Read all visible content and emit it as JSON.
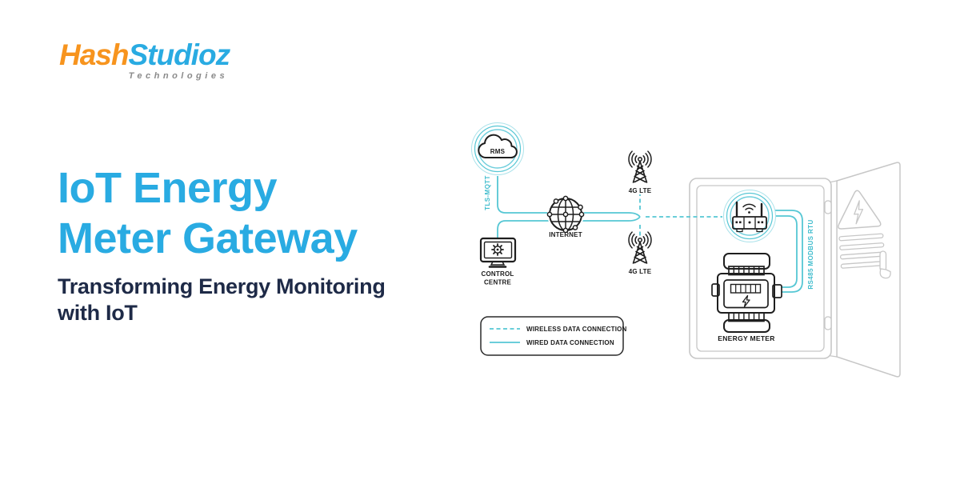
{
  "brand": {
    "name_part1": "Hash",
    "name_part2": "Studioz",
    "tagline": "Technologies"
  },
  "hero": {
    "title_line1": "IoT Energy",
    "title_line2": "Meter Gateway",
    "subtitle_line1": "Transforming Energy Monitoring",
    "subtitle_line2": "with IoT"
  },
  "diagram": {
    "nodes": {
      "rms_label": "RMS",
      "internet_label": "INTERNET",
      "control_centre_line1": "CONTROL",
      "control_centre_line2": "CENTRE",
      "lte_top_label": "4G LTE",
      "lte_bottom_label": "4G LTE",
      "energy_meter_label": "ENERGY METER"
    },
    "links": {
      "tls_mqtt_label": "TLS-MQTT",
      "rs485_label": "RS485 MODBUS RTU"
    },
    "legend": {
      "wireless_label": "WIRELESS DATA CONNECTION",
      "wired_label": "WIRED DATA CONNECTION"
    }
  },
  "colors": {
    "accent_teal": "#56C7D4",
    "title_blue": "#29ABE2",
    "navy_text": "#1E2A47",
    "brand_orange": "#F7941E",
    "icon_dark": "#1E1E1E",
    "outline_gray": "#C7C7C7"
  }
}
